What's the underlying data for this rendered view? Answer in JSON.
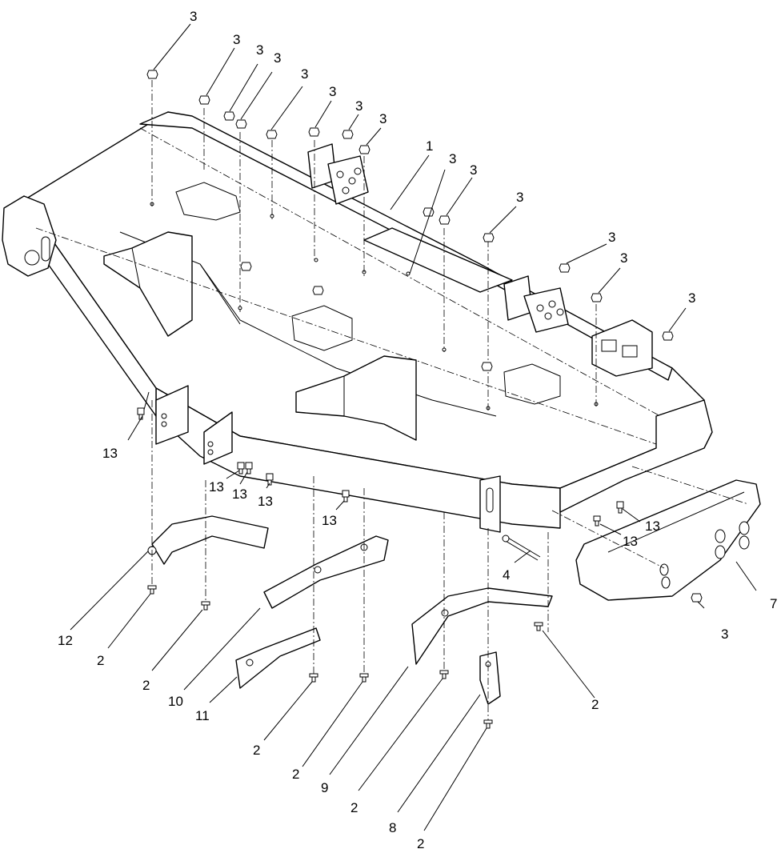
{
  "diagram": {
    "callouts": {
      "c1": "1",
      "c2": "2",
      "c3": "3",
      "c4": "4",
      "c7": "7",
      "c8": "8",
      "c9": "9",
      "c10": "10",
      "c11": "11",
      "c12": "12",
      "c13": "13"
    }
  }
}
